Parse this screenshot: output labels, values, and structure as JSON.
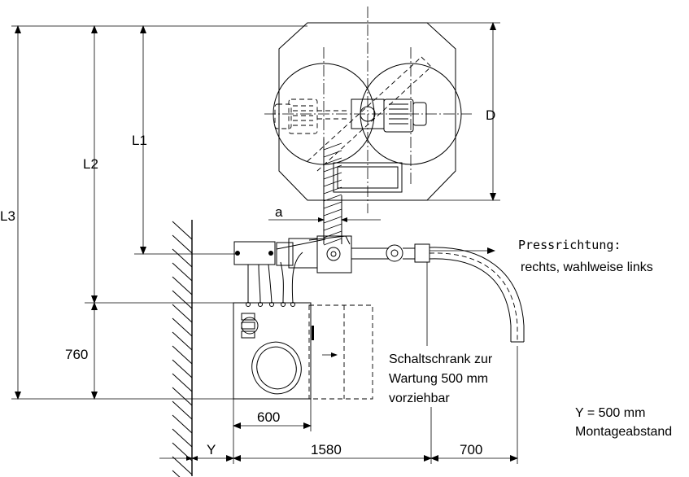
{
  "dimensions": {
    "L1": "L1",
    "L2": "L2",
    "L3": "L3",
    "D": "D",
    "a": "a",
    "h760": "760",
    "w600": "600",
    "Y": "Y",
    "w1580": "1580",
    "w700": "700"
  },
  "notes": {
    "press_direction_1": "Pressrichtung:",
    "press_direction_2": "rechts, wahlweise links",
    "cabinet_1": "Schaltschrank zur",
    "cabinet_2": "Wartung 500 mm",
    "cabinet_3": "vorziehbar",
    "distance_1": "Y = 500 mm",
    "distance_2": "Montageabstand"
  }
}
